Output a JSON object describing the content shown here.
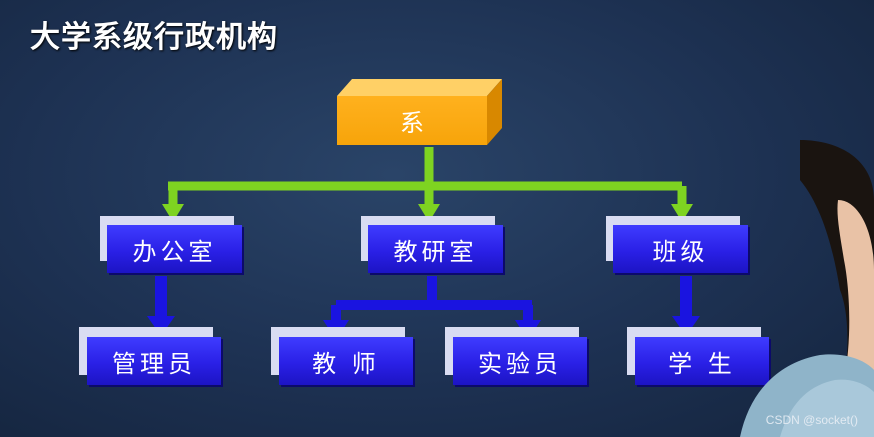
{
  "title": "大学系级行政机构",
  "diagram": {
    "root": {
      "label": "系"
    },
    "level1": [
      {
        "label": "办公室"
      },
      {
        "label": "教研室"
      },
      {
        "label": "班级"
      }
    ],
    "level2": [
      {
        "label": "管理员",
        "parent": "办公室"
      },
      {
        "label": "教 师",
        "parent": "教研室"
      },
      {
        "label": "实验员",
        "parent": "教研室"
      },
      {
        "label": "学 生",
        "parent": "班级"
      }
    ]
  },
  "colors": {
    "background": "#1d3152",
    "root_box": "#f7a40a",
    "node_box": "#2a20e6",
    "connector_green": "#7ed321",
    "connector_blue": "#1a14e0"
  },
  "watermark": "CSDN @socket()"
}
